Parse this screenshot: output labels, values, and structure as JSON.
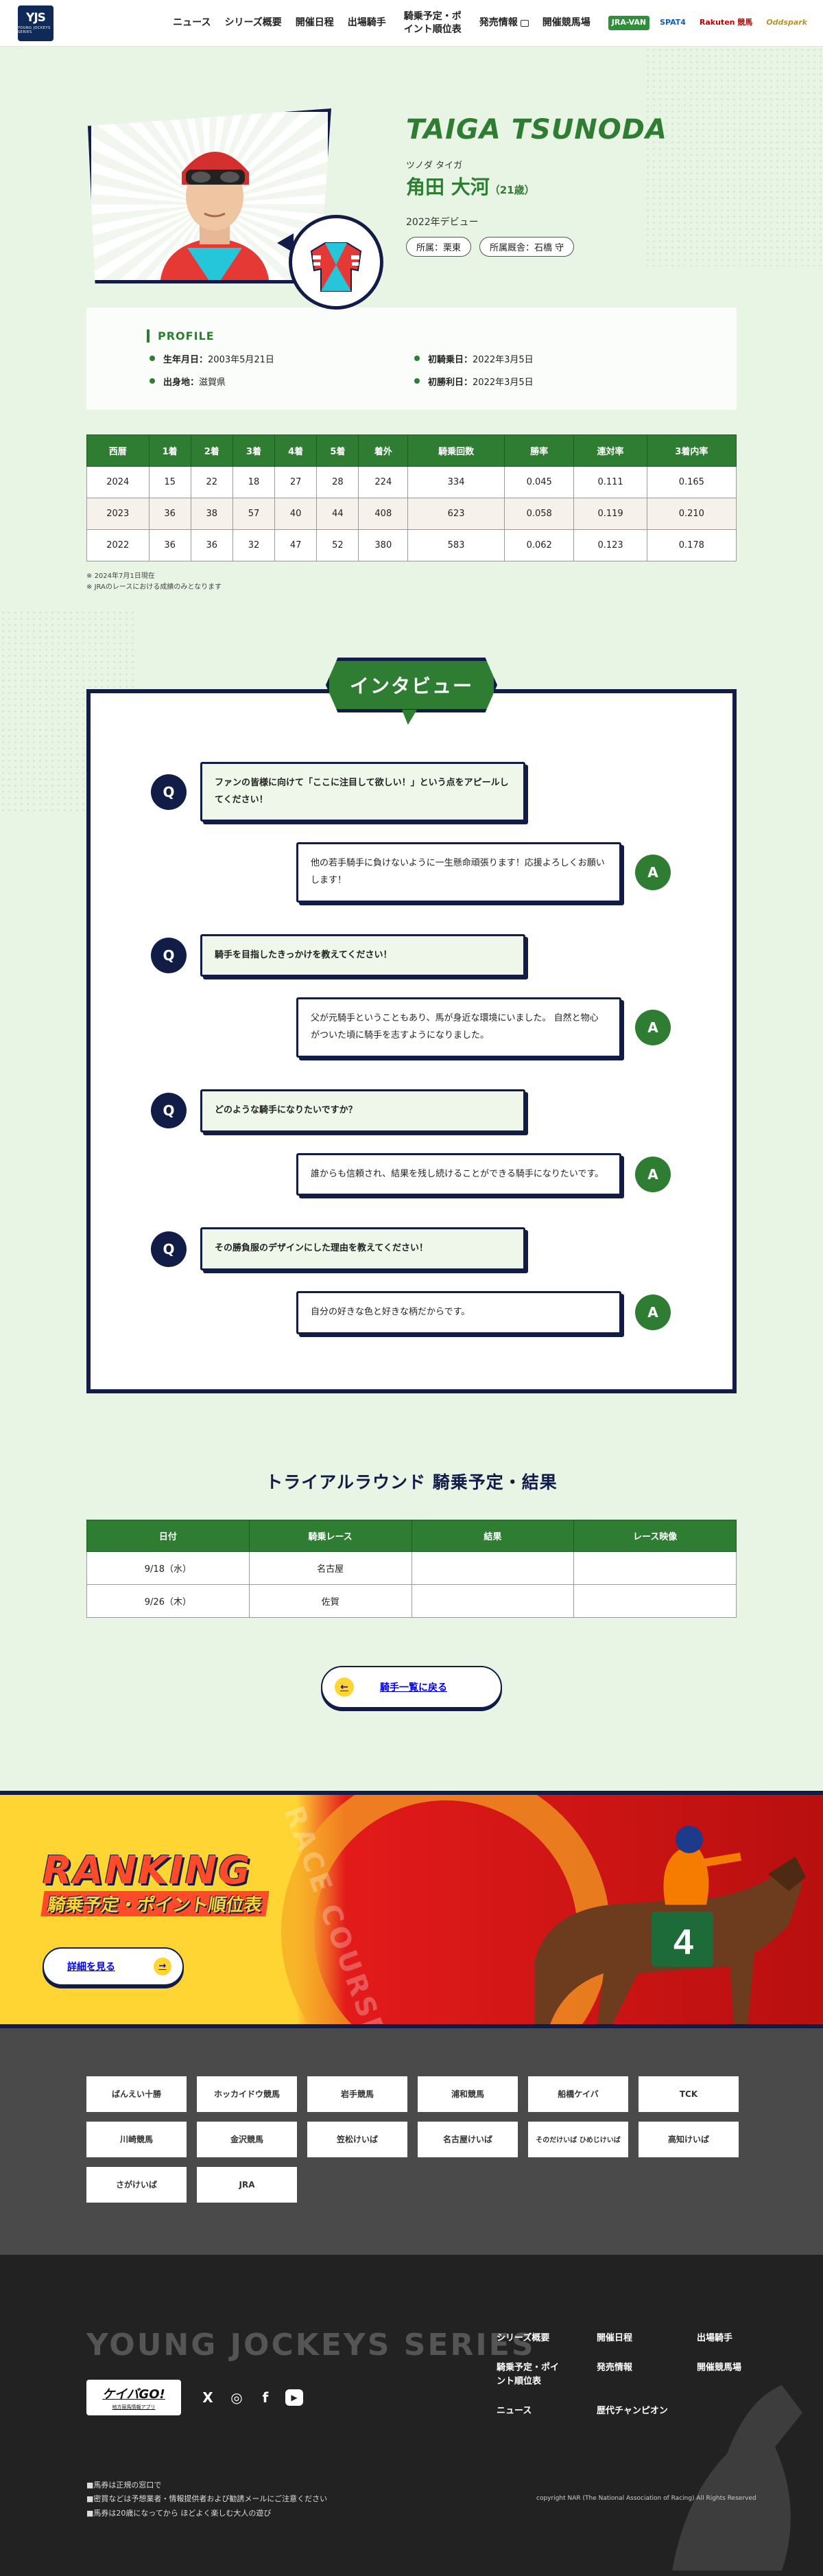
{
  "header": {
    "logo_text": "YJS",
    "logo_sub": "YOUNG JOCKEYS SERIES",
    "nav": [
      {
        "label": "ニュース"
      },
      {
        "label": "シリーズ概要"
      },
      {
        "label": "開催日程"
      },
      {
        "label": "出場騎手"
      },
      {
        "label": "騎乗予定・ポイント順位表"
      },
      {
        "label": "発売情報"
      },
      {
        "label": "開催競馬場"
      }
    ],
    "partners": [
      "JRA-VAN",
      "SPAT4",
      "Rakuten 競馬",
      "Oddspark"
    ]
  },
  "profile": {
    "name_en": "TAIGA TSUNODA",
    "name_kana": "ツノダ タイガ",
    "name_jp": "角田 大河",
    "age": "（21歳）",
    "debut": "2022年デビュー",
    "affiliation": "所属：栗東",
    "trainer": "所属厩舎：石橋 守",
    "section_title": "PROFILE",
    "items": [
      {
        "label": "生年月日",
        "value": "2003年5月21日"
      },
      {
        "label": "初騎乗日",
        "value": "2022年3月5日"
      },
      {
        "label": "出身地",
        "value": "滋賀県"
      },
      {
        "label": "初勝利日",
        "value": "2022年3月5日"
      }
    ]
  },
  "stats": {
    "headers": [
      "西暦",
      "1着",
      "2着",
      "3着",
      "4着",
      "5着",
      "着外",
      "騎乗回数",
      "勝率",
      "連対率",
      "3着内率"
    ],
    "rows": [
      [
        "2024",
        "15",
        "22",
        "18",
        "27",
        "28",
        "224",
        "334",
        "0.045",
        "0.111",
        "0.165"
      ],
      [
        "2023",
        "36",
        "38",
        "57",
        "40",
        "44",
        "408",
        "623",
        "0.058",
        "0.119",
        "0.210"
      ],
      [
        "2022",
        "36",
        "36",
        "32",
        "47",
        "52",
        "380",
        "583",
        "0.062",
        "0.123",
        "0.178"
      ]
    ],
    "notes": [
      "2024年7月1日現在",
      "JRAのレースにおける成績のみとなります"
    ]
  },
  "interview": {
    "title": "インタビュー",
    "q_mark": "Q",
    "a_mark": "A",
    "items": [
      {
        "q": "ファンの皆様に向けて「ここに注目して欲しい！」という点をアピールしてください！",
        "a": "他の若手騎手に負けないように一生懸命頑張ります！応援よろしくお願いします！"
      },
      {
        "q": "騎手を目指したきっかけを教えてください！",
        "a": "父が元騎手ということもあり、馬が身近な環境にいました。 自然と物心がついた頃に騎手を志すようになりました。"
      },
      {
        "q": "どのような騎手になりたいですか？",
        "a": "誰からも信頼され、結果を残し続けることができる騎手になりたいです。"
      },
      {
        "q": "その勝負服のデザインにした理由を教えてください！",
        "a": "自分の好きな色と好きな柄だからです。"
      }
    ]
  },
  "trial": {
    "title": "トライアルラウンド 騎乗予定・結果",
    "headers": [
      "日付",
      "騎乗レース",
      "結果",
      "レース映像"
    ],
    "rows": [
      [
        "9/18（水）",
        "名古屋",
        "",
        ""
      ],
      [
        "9/26（木）",
        "佐賀",
        "",
        ""
      ]
    ]
  },
  "back_button": {
    "label": "騎手一覧に戻る",
    "arrow": "←"
  },
  "ranking": {
    "title": "RANKING",
    "subtitle": "騎乗予定・ポイント順位表",
    "button": "詳細を見る",
    "arrow": "→",
    "arch_text": "RACE COURSE",
    "saddle_number": "4"
  },
  "banners": [
    "ばんえい十勝",
    "ホッカイドウ競馬",
    "岩手競馬",
    "浦和競馬",
    "船橋ケイバ",
    "TCK",
    "川崎競馬",
    "金沢競馬",
    "笠松けいば",
    "名古屋けいば",
    "そのだけいば ひめじけいば",
    "高知けいば",
    "さがけいば",
    "JRA"
  ],
  "footer": {
    "title": "YOUNG JOCKEYS SERIES",
    "app_name": "ケイバGO!",
    "app_sub": "地方競馬情報アプリ",
    "social": [
      "X",
      "◎",
      "f",
      "▶"
    ],
    "nav": [
      "シリーズ概要",
      "開催日程",
      "出場騎手",
      "騎乗予定・ポイント順位表",
      "発売情報",
      "開催競馬場",
      "ニュース",
      "歴代チャンピオン"
    ],
    "notes": [
      "■馬券は正規の窓口で",
      "■密買などは予想業者・情報提供者および勧誘メールにご注意ください",
      "■馬券は20歳になってから ほどよく楽しむ大人の遊び"
    ],
    "copyright": "copyright NAR (The National Association of Racing) All Rights Reserved"
  },
  "colors": {
    "green": "#2e7d32",
    "navy": "#111c47",
    "yellow": "#ffd533",
    "red": "#e31a1a",
    "bg_green": "#e8f4e4"
  }
}
